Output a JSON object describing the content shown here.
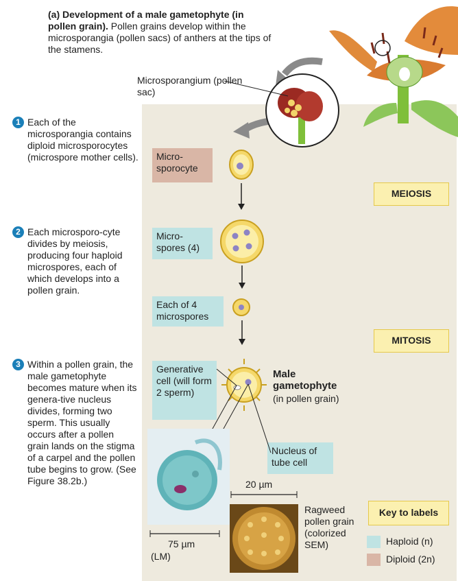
{
  "title": {
    "heading": "(a) Development of a male gametophyte (in pollen grain).",
    "body": " Pollen grains develop within the microsporangia (pollen sacs) of anthers at the tips of the stamens."
  },
  "microsporangium_label": "Microsporangium (pollen sac)",
  "steps": [
    {
      "num": "1",
      "text": "Each of the microsporangia contains diploid microsporocytes (microspore mother cells)."
    },
    {
      "num": "2",
      "text": "Each microsporo-cyte divides by meiosis, producing four haploid microspores, each of which develops into a pollen grain."
    },
    {
      "num": "3",
      "text": "Within a pollen grain, the male gametophyte becomes mature when its genera-tive nucleus divides, forming two sperm. This usually occurs after a pollen grain lands on the stigma of a carpel and the pollen tube begins to grow. (See Figure 38.2b.)"
    }
  ],
  "boxes": {
    "microsporocyte": "Micro-sporocyte",
    "microspores": "Micro-spores (4)",
    "each_of_4": "Each of 4 microspores",
    "generative": "Generative cell (will form 2 sperm)",
    "tube_nucleus": "Nucleus of tube cell"
  },
  "male_gametophyte": {
    "title": "Male gametophyte",
    "sub": "(in pollen grain)"
  },
  "stages": {
    "meiosis": "MEIOSIS",
    "mitosis": "MITOSIS"
  },
  "scales": {
    "sem_scale": "20 µm",
    "lm_scale": "75 µm",
    "lm_label": "(LM)",
    "ragweed": "Ragweed pollen grain (colorized SEM)"
  },
  "key": {
    "title": "Key to labels",
    "haploid": "Haploid (n)",
    "diploid": "Diploid (2n)",
    "haploid_color": "#bfe3e3",
    "diploid_color": "#d9b6a6"
  }
}
